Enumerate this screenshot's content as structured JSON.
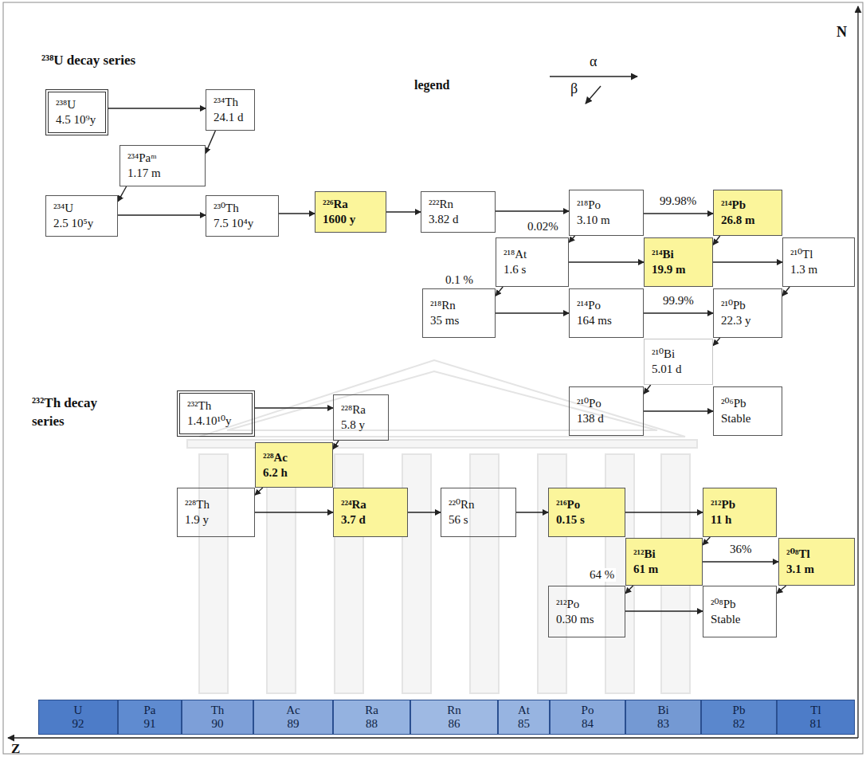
{
  "diagram": {
    "nodes": [
      {
        "text": [
          "²³⁸U",
          "4.5 10⁹y"
        ]
      },
      {
        "text": [
          "²³⁴Th",
          "24.1 d"
        ]
      },
      {
        "text": [
          "²³⁴Paᵐ",
          "1.17 m"
        ]
      },
      {
        "text": [
          "²³⁴U",
          "2.5 10⁵y"
        ]
      },
      {
        "text": [
          "²³⁰Th",
          "7.5 10⁴y"
        ]
      },
      {
        "text": [
          "²²⁶Ra",
          "1600 y"
        ]
      },
      {
        "text": [
          "²²²Rn",
          "3.82 d"
        ]
      },
      {
        "text": [
          "²¹⁸Po",
          "3.10 m"
        ]
      },
      {
        "text": [
          "²¹⁴Pb",
          "26.8 m"
        ]
      },
      {
        "text": [
          "²¹⁸At",
          "1.6 s"
        ]
      },
      {
        "text": [
          "²¹⁴Bi",
          "19.9 m"
        ]
      },
      {
        "text": [
          "²¹⁰Tl",
          "1.3 m"
        ]
      },
      {
        "text": [
          "²¹⁸Rn",
          "35 ms"
        ]
      },
      {
        "text": [
          "²¹⁴Po",
          "164 ms"
        ]
      },
      {
        "text": [
          "²¹⁰Pb",
          "22.3 y"
        ]
      },
      {
        "text": [
          "²¹⁰Bi",
          "5.01 d"
        ]
      },
      {
        "text": [
          "²¹⁰Po",
          "138 d"
        ]
      },
      {
        "text": [
          "²⁰⁶Pb",
          "Stable"
        ]
      },
      {
        "text": [
          "²³²Th",
          "1.4.10¹⁰y"
        ]
      },
      {
        "text": [
          "²²⁸Ra",
          "5.8 y"
        ]
      },
      {
        "text": [
          "²²⁸Ac",
          "6.2 h"
        ]
      },
      {
        "text": [
          "²²⁸Th",
          "1.9 y"
        ]
      },
      {
        "text": [
          "²²⁴Ra",
          "3.7 d"
        ]
      },
      {
        "text": [
          "²²⁰Rn",
          "56 s"
        ]
      },
      {
        "text": [
          "²¹⁶Po",
          "0.15 s"
        ]
      },
      {
        "text": [
          "²¹²Pb",
          "11 h"
        ]
      },
      {
        "text": [
          "²¹²Bi",
          "61 m"
        ]
      },
      {
        "text": [
          "²⁰⁸Tl",
          "3.1 m"
        ]
      },
      {
        "text": [
          "²¹²Po",
          "0.30 ms"
        ]
      },
      {
        "text": [
          "²⁰⁸Pb",
          "Stable"
        ]
      },
      {
        "text": [
          "U",
          "92"
        ]
      },
      {
        "text": [
          "Pa",
          "91"
        ]
      },
      {
        "text": [
          "Th",
          "90"
        ]
      },
      {
        "text": [
          "Ac",
          "89"
        ]
      },
      {
        "text": [
          "Ra",
          "88"
        ]
      },
      {
        "text": [
          "Rn",
          "86"
        ]
      },
      {
        "text": [
          "At",
          "85"
        ]
      },
      {
        "text": [
          "Po",
          "84"
        ]
      },
      {
        "text": [
          "Bi",
          "83"
        ]
      },
      {
        "text": [
          "Pb",
          "82"
        ]
      },
      {
        "text": [
          "Tl",
          "81"
        ]
      }
    ],
    "edges": [
      {
        "from": 0,
        "to": 1,
        "arrow": "to"
      },
      {
        "from": 1,
        "to": 2,
        "arrow": "to"
      },
      {
        "from": 2,
        "to": 3,
        "arrow": "to"
      },
      {
        "from": 3,
        "to": 4,
        "arrow": "to"
      },
      {
        "from": 4,
        "to": 5,
        "arrow": "to"
      },
      {
        "from": 5,
        "to": 6,
        "arrow": "to"
      },
      {
        "from": 6,
        "to": 7,
        "arrow": "to"
      },
      {
        "from": 7,
        "to": 8,
        "arrow": "to",
        "label": "99.98%"
      },
      {
        "from": 7,
        "to": 9,
        "arrow": "to",
        "label": "0.02%"
      },
      {
        "from": 8,
        "to": 10,
        "arrow": "to"
      },
      {
        "from": 9,
        "to": 10,
        "arrow": "to"
      },
      {
        "from": 9,
        "to": 12,
        "arrow": "to",
        "label": "0.1 %"
      },
      {
        "from": 10,
        "to": 11,
        "arrow": "to"
      },
      {
        "from": 12,
        "to": 13,
        "arrow": "to"
      },
      {
        "from": 13,
        "to": 14,
        "arrow": "to",
        "label": "99.9%"
      },
      {
        "from": 11,
        "to": 14,
        "arrow": "to"
      },
      {
        "from": 14,
        "to": 15,
        "arrow": "to"
      },
      {
        "from": 15,
        "to": 16,
        "arrow": "to"
      },
      {
        "from": 16,
        "to": 17,
        "arrow": "to"
      },
      {
        "from": 18,
        "to": 19,
        "arrow": "to"
      },
      {
        "from": 19,
        "to": 20,
        "arrow": "to"
      },
      {
        "from": 20,
        "to": 21,
        "arrow": "to"
      },
      {
        "from": 21,
        "to": 22,
        "arrow": "to"
      },
      {
        "from": 22,
        "to": 23,
        "arrow": "to"
      },
      {
        "from": 23,
        "to": 24,
        "arrow": "to"
      },
      {
        "from": 24,
        "to": 25,
        "arrow": "to"
      },
      {
        "from": 25,
        "to": 26,
        "arrow": "to"
      },
      {
        "from": 26,
        "to": 27,
        "arrow": "to",
        "label": "36%"
      },
      {
        "from": 26,
        "to": 28,
        "arrow": "to",
        "label": "64 %"
      },
      {
        "from": 28,
        "to": 29,
        "arrow": "to"
      },
      {
        "from": 27,
        "to": 29,
        "arrow": "to"
      }
    ],
    "labels": [
      "²³⁸U decay series",
      "legend",
      "²³²Th decay series",
      "N",
      "Z"
    ],
    "legend": [
      {
        "text": "α"
      },
      {
        "text": "β"
      }
    ]
  }
}
